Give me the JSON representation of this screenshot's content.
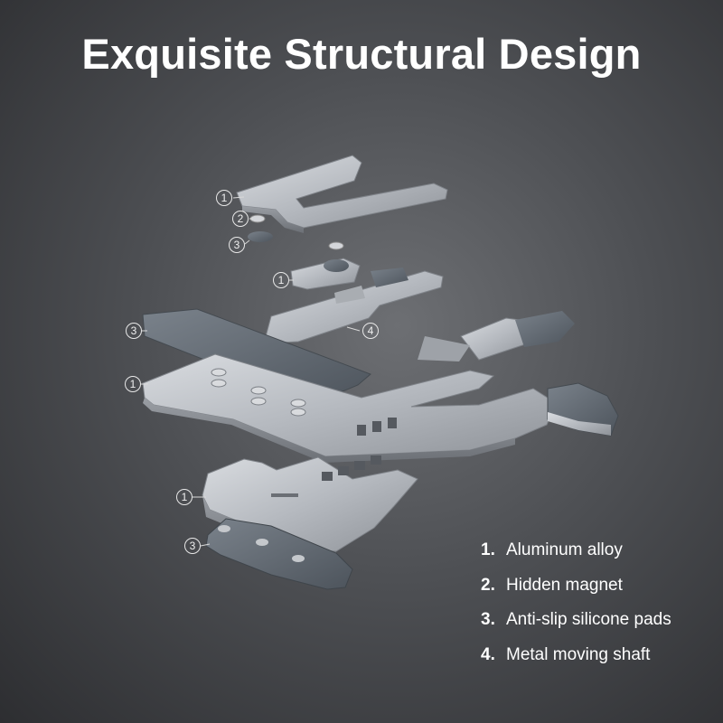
{
  "title": "Exquisite Structural Design",
  "callouts": {
    "c1": "1",
    "c2": "2",
    "c3": "3",
    "c4": "1",
    "c5": "3",
    "c6": "4",
    "c7": "1",
    "c8": "1",
    "c9": "3"
  },
  "features": [
    {
      "number": "1.",
      "label": "Aluminum alloy"
    },
    {
      "number": "2.",
      "label": "Hidden magnet"
    },
    {
      "number": "3.",
      "label": "Anti-slip silicone pads"
    },
    {
      "number": "4.",
      "label": "Metal moving shaft"
    }
  ],
  "colors": {
    "background": "#4e5054",
    "metal": "#b9bdc3",
    "metal_dark": "#8e9298",
    "pad": "#5d646c",
    "text": "#ffffff"
  }
}
